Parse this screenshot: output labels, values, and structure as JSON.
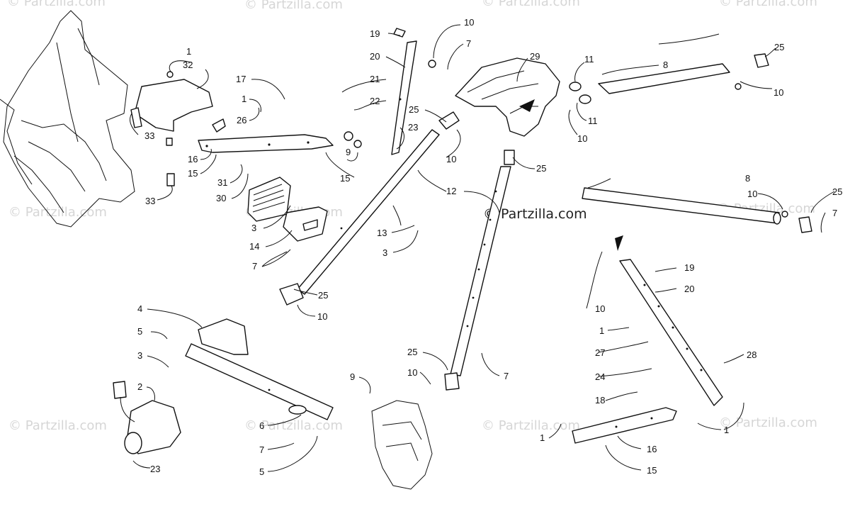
{
  "watermark": {
    "brand": "© Partzilla.com"
  },
  "callouts": [
    {
      "id": "c1a",
      "text": "1"
    },
    {
      "id": "c32",
      "text": "32"
    },
    {
      "id": "c33a",
      "text": "33"
    },
    {
      "id": "c33b",
      "text": "33"
    },
    {
      "id": "c17",
      "text": "17"
    },
    {
      "id": "c1b",
      "text": "1"
    },
    {
      "id": "c26",
      "text": "26"
    },
    {
      "id": "c16a",
      "text": "16"
    },
    {
      "id": "c15a",
      "text": "15"
    },
    {
      "id": "c9a",
      "text": "9"
    },
    {
      "id": "c15b",
      "text": "15"
    },
    {
      "id": "c31",
      "text": "31"
    },
    {
      "id": "c30",
      "text": "30"
    },
    {
      "id": "c3a",
      "text": "3"
    },
    {
      "id": "c14",
      "text": "14"
    },
    {
      "id": "c7a",
      "text": "7"
    },
    {
      "id": "c19a",
      "text": "19"
    },
    {
      "id": "c20a",
      "text": "20"
    },
    {
      "id": "c21",
      "text": "21"
    },
    {
      "id": "c22",
      "text": "22"
    },
    {
      "id": "c10a",
      "text": "10"
    },
    {
      "id": "c7b",
      "text": "7"
    },
    {
      "id": "c23a",
      "text": "23"
    },
    {
      "id": "c25a",
      "text": "25"
    },
    {
      "id": "c10b",
      "text": "10"
    },
    {
      "id": "c29",
      "text": "29"
    },
    {
      "id": "c12",
      "text": "12"
    },
    {
      "id": "c25b",
      "text": "25"
    },
    {
      "id": "c13",
      "text": "13"
    },
    {
      "id": "c3b",
      "text": "3"
    },
    {
      "id": "c25c",
      "text": "25"
    },
    {
      "id": "c10c",
      "text": "10"
    },
    {
      "id": "c7c",
      "text": "7"
    },
    {
      "id": "c25d",
      "text": "25"
    },
    {
      "id": "c8a",
      "text": "8"
    },
    {
      "id": "c11a",
      "text": "11"
    },
    {
      "id": "c11b",
      "text": "11"
    },
    {
      "id": "c10d",
      "text": "10"
    },
    {
      "id": "c10e",
      "text": "10"
    },
    {
      "id": "c8b",
      "text": "8"
    },
    {
      "id": "c10f",
      "text": "10"
    },
    {
      "id": "c25e",
      "text": "25"
    },
    {
      "id": "c7d",
      "text": "7"
    },
    {
      "id": "c4",
      "text": "4"
    },
    {
      "id": "c5a",
      "text": "5"
    },
    {
      "id": "c3c",
      "text": "3"
    },
    {
      "id": "c2",
      "text": "2"
    },
    {
      "id": "c23b",
      "text": "23"
    },
    {
      "id": "c6",
      "text": "6"
    },
    {
      "id": "c7e",
      "text": "7"
    },
    {
      "id": "c5b",
      "text": "5"
    },
    {
      "id": "c9b",
      "text": "9"
    },
    {
      "id": "c25f",
      "text": "25"
    },
    {
      "id": "c10g",
      "text": "10"
    },
    {
      "id": "c7f",
      "text": "7"
    },
    {
      "id": "c19b",
      "text": "19"
    },
    {
      "id": "c20b",
      "text": "20"
    },
    {
      "id": "c10h",
      "text": "10"
    },
    {
      "id": "c1c",
      "text": "1"
    },
    {
      "id": "c27",
      "text": "27"
    },
    {
      "id": "c28",
      "text": "28"
    },
    {
      "id": "c24",
      "text": "24"
    },
    {
      "id": "c18",
      "text": "18"
    },
    {
      "id": "c1d",
      "text": "1"
    },
    {
      "id": "c1e",
      "text": "1"
    },
    {
      "id": "c16b",
      "text": "16"
    },
    {
      "id": "c15c",
      "text": "15"
    }
  ]
}
